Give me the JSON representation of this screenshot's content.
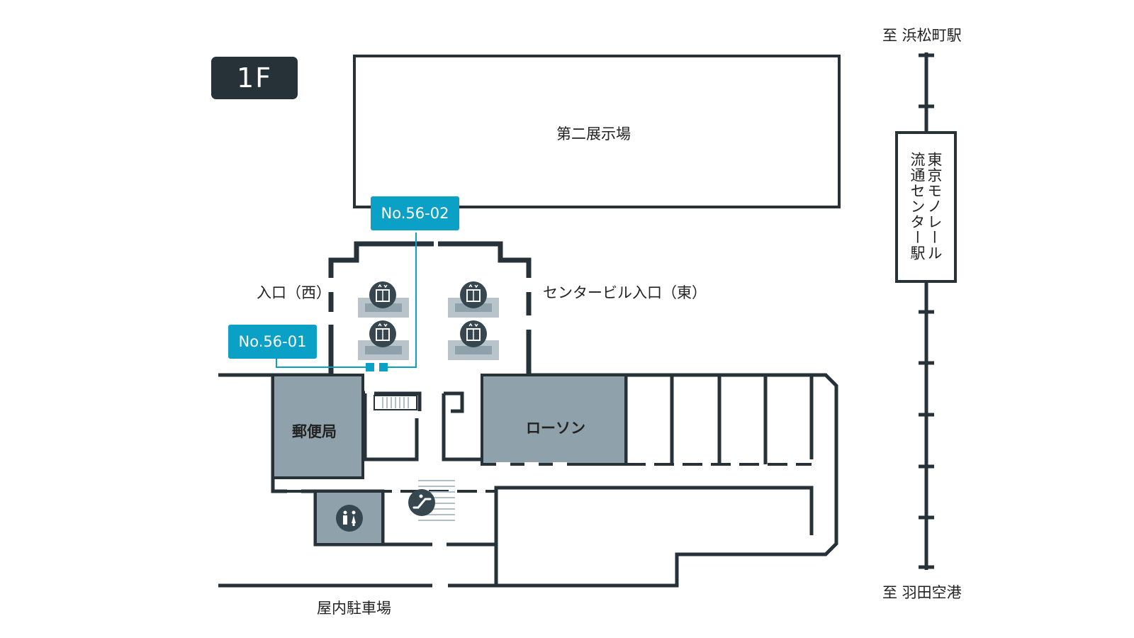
{
  "floor": "1F",
  "booths": [
    {
      "id": "No.56-02"
    },
    {
      "id": "No.56-01"
    }
  ],
  "labels": {
    "hall2": "第二展示場",
    "entrance_west": "入口（西）",
    "entrance_east": "センタービル入口（東）",
    "post_office": "郵便局",
    "lawson": "ローソン",
    "parking": "屋内駐車場",
    "to_hamamatsucho": "至 浜松町駅",
    "to_haneda": "至 羽田空港",
    "station_line1": "東京モノレール",
    "station_line2": "流通センター駅"
  },
  "icons": {
    "elevators": [
      "elevator-icon",
      "elevator-icon",
      "elevator-icon",
      "elevator-icon"
    ],
    "escalator": "escalator-icon",
    "restroom": "restroom-icon"
  },
  "colors": {
    "wall": "#263238",
    "shop_fill": "#8fa1ab",
    "booth_tag": "#0ba0c6",
    "elevator_pad": "#b8c4ca",
    "icon_bg": "#37474f"
  }
}
